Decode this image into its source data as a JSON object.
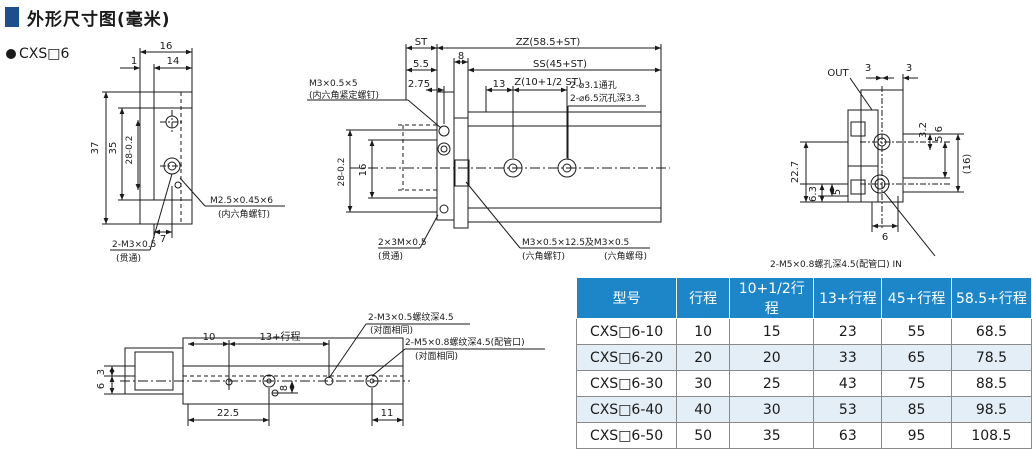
{
  "header": {
    "title": "外形尺寸图(毫米)",
    "model": "CXS□6"
  },
  "front_view": {
    "dims": [
      "16",
      "1",
      "14",
      "37",
      "35",
      "28-0.2",
      "7"
    ],
    "callouts": {
      "m25": "M2.5×0.45×6",
      "m25_note": "(内六角螺钉)",
      "m3": "2-M3×0.5",
      "m3_note": "(贯通)"
    }
  },
  "side_view": {
    "dims": [
      "ST",
      "ZZ(58.5+ST)",
      "5.5",
      "8",
      "SS(45+ST)",
      "2.75",
      "13",
      "Z(10+1/2 ST)",
      "16",
      "28-0.2"
    ],
    "callouts": {
      "m3x5": "M3×0.5×5",
      "m3x5_note": "(内六角紧定螺钉)",
      "hole1": "2-⌀3.1通孔",
      "hole2": "2-⌀6.5沉孔深3.3",
      "m3b": "2×3M×0.5",
      "m3b_note": "(贯通)",
      "screw": "M3×0.5×12.5及M3×0.5",
      "screw_note1": "(六角螺钉)",
      "screw_note2": "(六角螺母)"
    }
  },
  "right_view": {
    "dims": [
      "OUT",
      "3",
      "3",
      "3.2",
      "5.6",
      "(16)",
      "22.7",
      "6.3",
      "5",
      "6"
    ],
    "callouts": {
      "port": "2-M5×0.8螺孔深4.5(配管口) IN"
    }
  },
  "bottom_view": {
    "dims": [
      "10",
      "13+行程",
      "3",
      "6",
      "8",
      "22.5",
      "11"
    ],
    "callouts": {
      "l1": "2-M3×0.5螺纹深4.5",
      "l1_note": "(对面相同)",
      "l2": "2-M5×0.8螺纹深4.5(配管口)",
      "l2_note": "(对面相同)"
    }
  },
  "spec_table": {
    "headers": [
      "型号",
      "行程",
      "10+1/2行程",
      "13+行程",
      "45+行程",
      "58.5+行程"
    ],
    "rows": [
      [
        "CXS□6-10",
        "10",
        "15",
        "23",
        "55",
        "68.5"
      ],
      [
        "CXS□6-20",
        "20",
        "20",
        "33",
        "65",
        "78.5"
      ],
      [
        "CXS□6-30",
        "30",
        "25",
        "43",
        "75",
        "88.5"
      ],
      [
        "CXS□6-40",
        "40",
        "30",
        "53",
        "85",
        "98.5"
      ],
      [
        "CXS□6-50",
        "50",
        "35",
        "63",
        "95",
        "108.5"
      ]
    ]
  }
}
